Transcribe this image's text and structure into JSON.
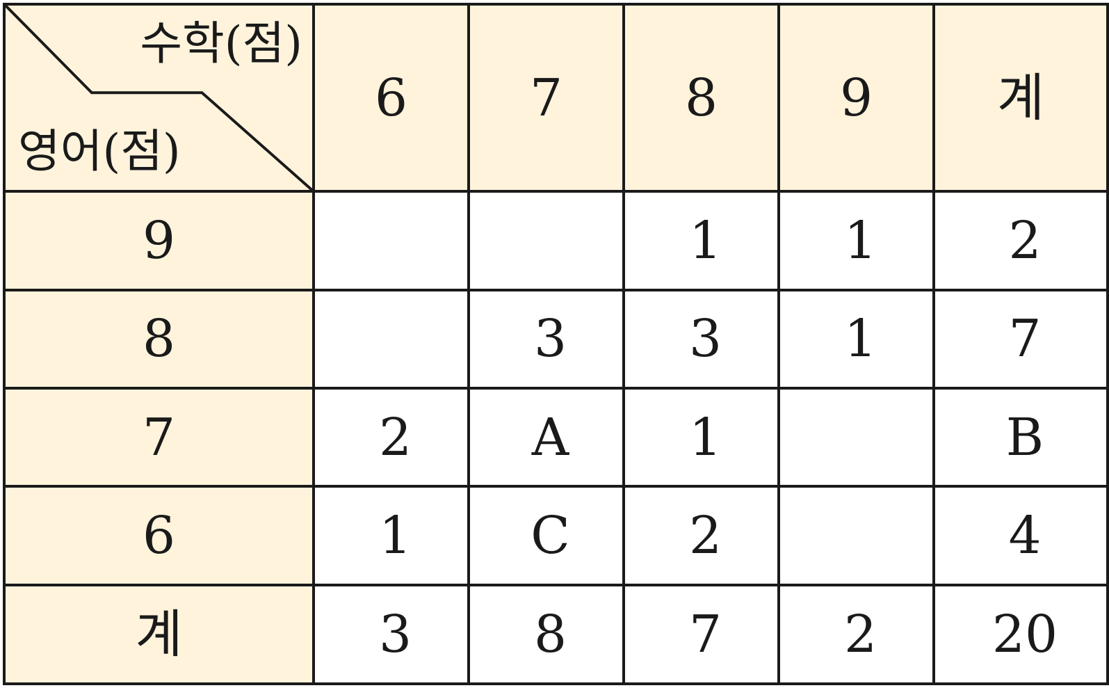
{
  "chart_data": {
    "type": "table",
    "column_variable": "수학(점)",
    "row_variable": "영어(점)",
    "column_headers": [
      "6",
      "7",
      "8",
      "9",
      "계"
    ],
    "rows": [
      {
        "label": "9",
        "cells": [
          "",
          "",
          "1",
          "1",
          "2"
        ]
      },
      {
        "label": "8",
        "cells": [
          "",
          "3",
          "3",
          "1",
          "7"
        ]
      },
      {
        "label": "7",
        "cells": [
          "2",
          "A",
          "1",
          "",
          "B"
        ]
      },
      {
        "label": "6",
        "cells": [
          "1",
          "C",
          "2",
          "",
          "4"
        ]
      },
      {
        "label": "계",
        "cells": [
          "3",
          "8",
          "7",
          "2",
          "20"
        ]
      }
    ]
  },
  "colors": {
    "header_fill": "#fff3dc",
    "body_fill": "#ffffff",
    "line": "#1a1a1a"
  }
}
